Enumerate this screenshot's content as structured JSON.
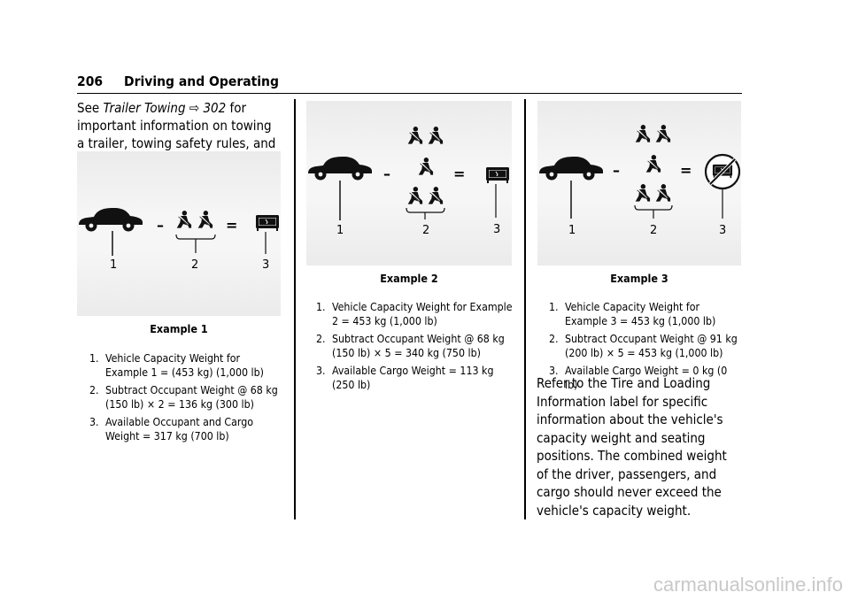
{
  "header": {
    "page_number": "206",
    "section_title": "Driving and Operating"
  },
  "intro": {
    "prefix": "See ",
    "link_text": "Trailer Towing",
    "arrow": "⇨",
    "link_page": "302",
    "suffix": " for important information on towing a trailer, towing safety rules, and trailering tips."
  },
  "figure_labels": {
    "one": "1",
    "two": "2",
    "three": "3"
  },
  "examples": [
    {
      "caption": "Example 1",
      "items": [
        {
          "num": "1.",
          "text": "Vehicle Capacity Weight for Example 1 = (453 kg) (1,000 lb)"
        },
        {
          "num": "2.",
          "text": "Subtract Occupant Weight @ 68 kg (150 lb) × 2 = 136 kg (300 lb)"
        },
        {
          "num": "3.",
          "text": "Available Occupant and Cargo Weight = 317 kg (700 lb)"
        }
      ]
    },
    {
      "caption": "Example 2",
      "items": [
        {
          "num": "1.",
          "text": "Vehicle Capacity Weight for Example 2 = 453 kg (1,000 lb)"
        },
        {
          "num": "2.",
          "text": "Subtract Occupant Weight @ 68 kg (150 lb) × 5 = 340 kg (750 lb)"
        },
        {
          "num": "3.",
          "text": "Available Cargo Weight = 113 kg (250 lb)"
        }
      ]
    },
    {
      "caption": "Example 3",
      "items": [
        {
          "num": "1.",
          "text": "Vehicle Capacity Weight for Example 3 = 453 kg (1,000 lb)"
        },
        {
          "num": "2.",
          "text": "Subtract Occupant Weight @ 91 kg (200 lb) × 5 = 453 kg (1,000 lb)"
        },
        {
          "num": "3.",
          "text": "Available Cargo Weight = 0 kg (0 lb)"
        }
      ]
    }
  ],
  "closing_paragraph": "Refer to the Tire and Loading Information label for specific information about the vehicle's capacity weight and seating positions. The combined weight of the driver, passengers, and cargo should never exceed the vehicle's capacity weight.",
  "watermark": "carmanualsonline.info"
}
